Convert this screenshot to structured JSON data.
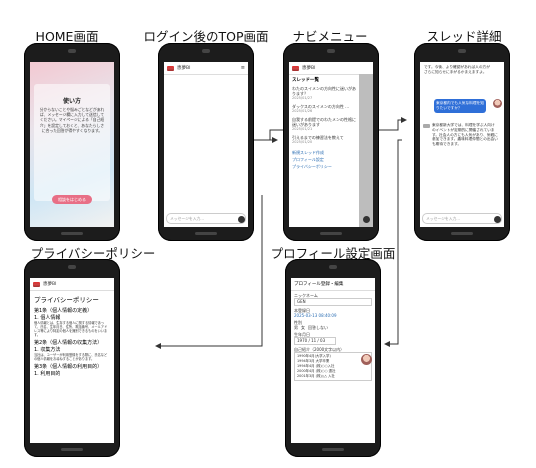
{
  "labels": {
    "home": "HOME画面",
    "top": "ログイン後のTOP画面",
    "nav": "ナビメニュー",
    "thread": "スレッド詳細",
    "privacy": "プライバシーポリシー",
    "profile": "プロフィール設定画面"
  },
  "home": {
    "title": "使い方",
    "body": "分からないことや悩みごとなどがあれば、メッセージ欄に入力して送信してください。マイページによる「自己紹介」を設定しておくと、あなたらしさに合った回答が得やすくなります。",
    "button": "相談をはじめる"
  },
  "app": {
    "logo_text": "恵夢BI",
    "compose_placeholder": "メッセージを入力..."
  },
  "nav": {
    "section": "スレッド一覧",
    "items": [
      {
        "text": "わたのスイメンの方向性に迷いがあります？",
        "date": "2025/01/27"
      },
      {
        "text": "ダックスのスイメンの方向性 …",
        "date": "2025/01/26"
      },
      {
        "text": "自我する前提でのわたメンの性格に迷いがあります",
        "date": "2025/01/21"
      },
      {
        "text": "引えるまでの練習法を教えて",
        "date": "2025/01/20"
      }
    ],
    "links": [
      "新規スレッド作成",
      "プロフィール設定",
      "プライバシーポリシー"
    ]
  },
  "thread": {
    "bot_1": "です。今後、より確認があれば人の方がさらに知らせに手がるかまえますよ。",
    "user_1": "東京都内でも人気な料理を知りたいですか？",
    "bot_2": "東京都新大学では、料理を学ぶ人向けのイベントが定期的に開催されています。社会人の方にも人気があり、気軽に参加できます。趣味料理仲間との出会いも期待できます。"
  },
  "privacy": {
    "title": "プライバシーポリシー",
    "sections": [
      {
        "heading": "第1条（個人情報の定義）",
        "sub": "1. 個人情報",
        "body": "個人情報とは、生存する個人に関する情報であって、氏名、生年月日、住所、電話番号、メールアドレス等により特定の個人を識別できるものをいいます。"
      },
      {
        "heading": "第2条（個人情報の収集方法）",
        "sub": "1. 収集方法",
        "body": "当社は、ユーザーが利用登録をする際に、氏名などの個人情報をお尋ねすることがあります。"
      },
      {
        "heading": "第3条（個人情報の利用目的）",
        "sub": "1. 利用目的",
        "body": ""
      }
    ]
  },
  "profile": {
    "title": "プロフィール登録・編集",
    "nickname_label": "ニックネーム",
    "nickname_value": "GEN",
    "registered_label": "本登録日",
    "registered_value": "2025-03-13 08:40:09",
    "gender_label": "性別",
    "gender_options": [
      "男",
      "女",
      "回答しない"
    ],
    "birth_label": "生年月日",
    "birth_value": "1970 / 11 / 03",
    "history_label": "自己紹介（2000文字以内）",
    "history_lines": [
      "1990年4月(大学入学)",
      "1994年3月 大学卒業",
      "1994年4月 (株)○○入社",
      "2000年4月 (株)○○ 退社",
      "2001年3月 (株)△△ 入社"
    ]
  }
}
